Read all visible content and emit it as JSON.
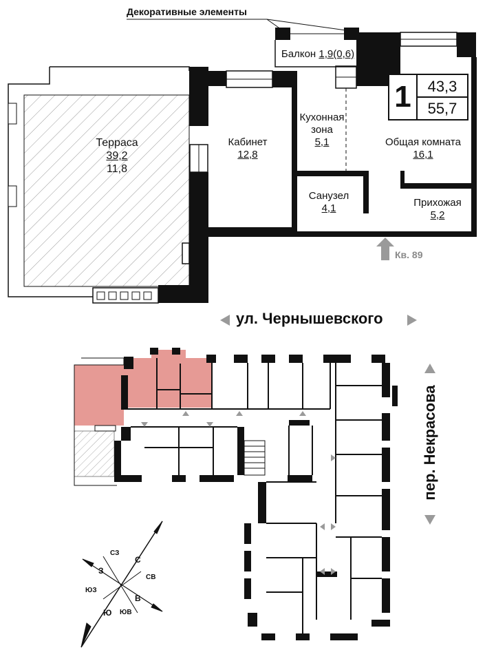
{
  "header": {
    "decor_label": "Декоративные элементы"
  },
  "rooms": {
    "balcony": {
      "name": "Балкон",
      "area": "1,9(0,6)"
    },
    "terrace": {
      "name": "Терраса",
      "area": "39,2",
      "area2": "11,8"
    },
    "study": {
      "name": "Кабинет",
      "area": "12,8"
    },
    "kitchen": {
      "name_l1": "Кухонная",
      "name_l2": "зона",
      "area": "5,1"
    },
    "living": {
      "name": "Общая комната",
      "area": "16,1"
    },
    "bathroom": {
      "name": "Санузел",
      "area": "4,1"
    },
    "hallway": {
      "name": "Прихожая",
      "area": "5,2"
    }
  },
  "summary": {
    "rooms_count": "1",
    "living_area": "43,3",
    "total_area": "55,7"
  },
  "entrance": {
    "label": "Кв. 89"
  },
  "streets": {
    "top": "ул. Чернышевского",
    "side": "пер. Некрасова"
  },
  "compass": {
    "n": "С",
    "s": "Ю",
    "e": "В",
    "w": "З",
    "ne": "СВ",
    "nw": "СЗ",
    "se": "ЮВ",
    "sw": "ЮЗ"
  },
  "colors": {
    "highlight": "#e69a95",
    "wall": "#111111",
    "arrow": "#9a9a9a"
  }
}
